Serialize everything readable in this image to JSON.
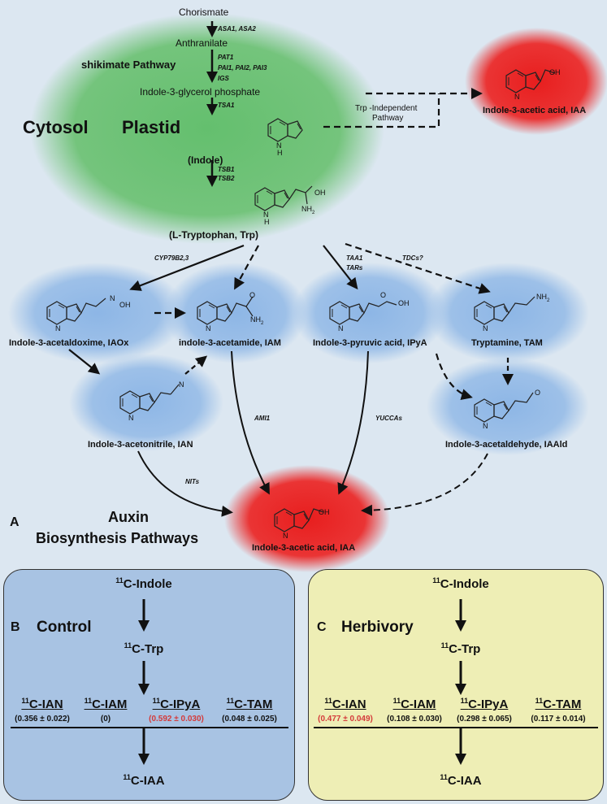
{
  "colors": {
    "background": "#dce7f1",
    "plastid_green": "#7fc88a",
    "compound_blue": "#9cbfe6",
    "iaa_red": "#e8322b",
    "control_panel": "#a9c4e4",
    "herbivory_panel": "#f0f0b6",
    "highlight_red": "#d43a3a"
  },
  "regions": {
    "cytosol": "Cytosol",
    "plastid": "Plastid",
    "shikimate": "shikimate Pathway",
    "trp_independent": "Trp -Independent",
    "pathway": "Pathway",
    "panel_a_letter": "A",
    "panel_a_title_1": "Auxin",
    "panel_a_title_2": "Biosynthesis Pathways"
  },
  "compounds": {
    "chorismate": "Chorismate",
    "anthranilate": "Anthranilate",
    "igp": "Indole-3-glycerol phosphate",
    "indole": "(Indole)",
    "trp": "(L-Tryptophan, Trp)",
    "iaa_top": "Indole-3-acetic acid, IAA",
    "iaox": "Indole-3-acetaldoxime, IAOx",
    "iam": "indole-3-acetamide, IAM",
    "ipya": "Indole-3-pyruvic acid, IPyA",
    "tam": "Tryptamine, TAM",
    "ian": "Indole-3-acetonitrile, IAN",
    "iaald": "Indole-3-acetaldehyde, IAAld",
    "iaa_bottom": "Indole-3-acetic acid, IAA"
  },
  "enzymes": {
    "asa": "ASA1, ASA2",
    "pat1": "PAT1",
    "pai": "PAI1, PAI2, PAI3",
    "igs": "IGS",
    "tsa1": "TSA1",
    "tsb1": "TSB1",
    "tsb2": "TSB2",
    "cyp": "CYP79B2,3",
    "taa1": "TAA1",
    "tars": "TARs",
    "tdcs": "TDCs?",
    "ami1": "AMI1",
    "yuccas": "YUCCAs",
    "nits": "NITs"
  },
  "atoms": {
    "n": "N",
    "h": "H",
    "oh": "OH",
    "o": "O",
    "nh2": "NH",
    "nh2_sub": "2",
    "nh2_tam": "NH",
    "n_triple": "N"
  },
  "panel_b": {
    "letter": "B",
    "title": "Control",
    "sup": "11",
    "indole": "C-Indole",
    "trp": "C-Trp",
    "ian": "C-IAN",
    "iam": "C-IAM",
    "ipya": "C-IPyA",
    "tam": "C-TAM",
    "iaa": "C-IAA",
    "v_ian": "(0.356 ± 0.022)",
    "v_iam": "(0)",
    "v_ipya": "(0.592 ± 0.030)",
    "v_tam": "(0.048 ± 0.025)"
  },
  "panel_c": {
    "letter": "C",
    "title": "Herbivory",
    "sup": "11",
    "indole": "C-Indole",
    "trp": "C-Trp",
    "ian": "C-IAN",
    "iam": "C-IAM",
    "ipya": "C-IPyA",
    "tam": "C-TAM",
    "iaa": "C-IAA",
    "v_ian": "(0.477 ± 0.049)",
    "v_iam": "(0.108 ± 0.030)",
    "v_ipya": "(0.298 ± 0.065)",
    "v_tam": "(0.117 ± 0.014)"
  }
}
